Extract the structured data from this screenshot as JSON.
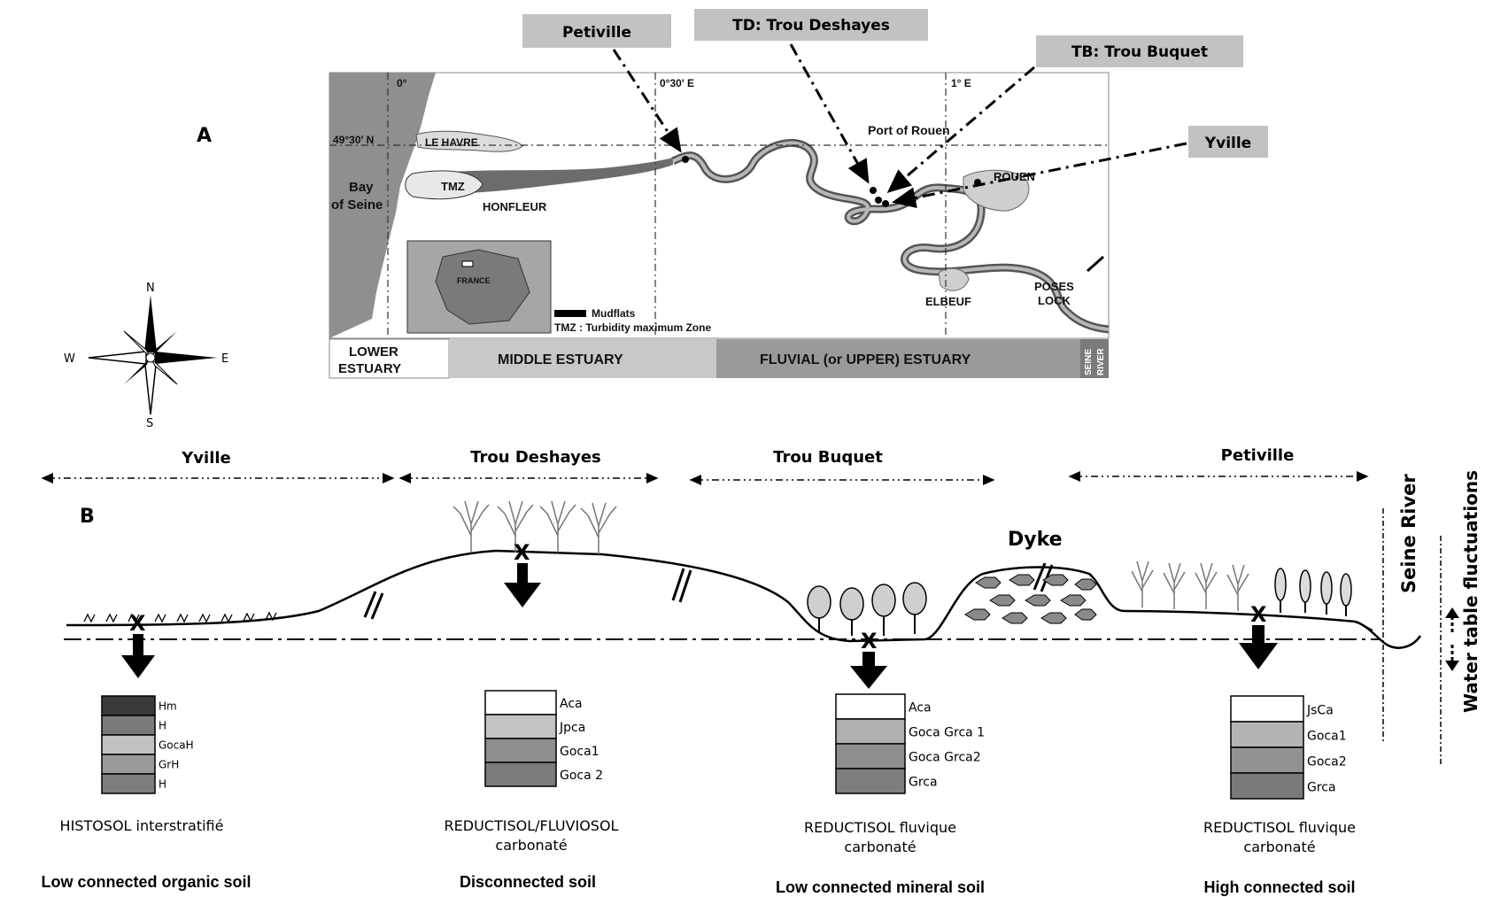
{
  "panel_a": {
    "label": "A",
    "callouts": {
      "petiville": "Petiville",
      "trou_deshayes": "TD: Trou Deshayes",
      "trou_buquet": "TB: Trou Buquet",
      "yville": "Yville"
    },
    "map": {
      "lon_0": "0°",
      "lon_030": "0°30' E",
      "lon_1": "1° E",
      "lat": "49°30' N",
      "le_havre": "LE HAVRE",
      "bay_1": "Bay",
      "bay_2": "of Seine",
      "tmz": "TMZ",
      "honfleur": "HONFLEUR",
      "port_of_rouen": "Port of Rouen",
      "rouen": "ROUEN",
      "elbeuf": "ELBEUF",
      "poses_1": "POSES",
      "poses_2": "LOCK",
      "france": "FRANCE",
      "legend_mudflats": "Mudflats",
      "legend_tmz": "TMZ : Turbidity maximum Zone"
    },
    "zones": {
      "lower_1": "LOWER",
      "lower_2": "ESTUARY",
      "middle": "MIDDLE ESTUARY",
      "fluvial": "FLUVIAL (or UPPER) ESTUARY",
      "seine_1": "SEINE",
      "seine_2": "RIVER"
    },
    "compass": {
      "n": "N",
      "s": "S",
      "e": "E",
      "w": "W"
    }
  },
  "panel_b": {
    "label": "B",
    "sites": {
      "yville": "Yville",
      "trou_deshayes": "Trou Deshayes",
      "trou_buquet": "Trou Buquet",
      "petiville": "Petiville"
    },
    "dyke": "Dyke",
    "seine_river": "Seine River",
    "water_table": "Water table fluctuations",
    "profiles": [
      {
        "horizons": [
          "Hm",
          "H",
          "GocaH",
          "GrH",
          "H"
        ],
        "colors": [
          "#3a3a3a",
          "#7a7a7a",
          "#c2c2c2",
          "#9a9a9a",
          "#7e7e7e"
        ],
        "soil_name": [
          "HISTOSOL interstratifié"
        ],
        "connectivity": "Low connected organic soil"
      },
      {
        "horizons": [
          "Aca",
          "Jpca",
          "Goca1",
          "Goca 2"
        ],
        "colors": [
          "#ffffff",
          "#c4c4c4",
          "#8e8e8e",
          "#7c7c7c"
        ],
        "soil_name": [
          "REDUCTISOL/FLUVIOSOL",
          "carbonaté"
        ],
        "connectivity": "Disconnected soil"
      },
      {
        "horizons": [
          "Aca",
          "Goca Grca 1",
          "Goca Grca2",
          "Grca"
        ],
        "colors": [
          "#ffffff",
          "#b0b0b0",
          "#8e8e8e",
          "#7e7e7e"
        ],
        "soil_name": [
          "REDUCTISOL fluvique",
          "carbonaté"
        ],
        "connectivity": "Low connected mineral soil"
      },
      {
        "horizons": [
          "JsCa",
          "Goca1",
          "Goca2",
          "Grca"
        ],
        "colors": [
          "#ffffff",
          "#b4b4b4",
          "#929292",
          "#7a7a7a"
        ],
        "soil_name": [
          "REDUCTISOL fluvique",
          "carbonaté"
        ],
        "connectivity": "High connected soil"
      }
    ]
  }
}
